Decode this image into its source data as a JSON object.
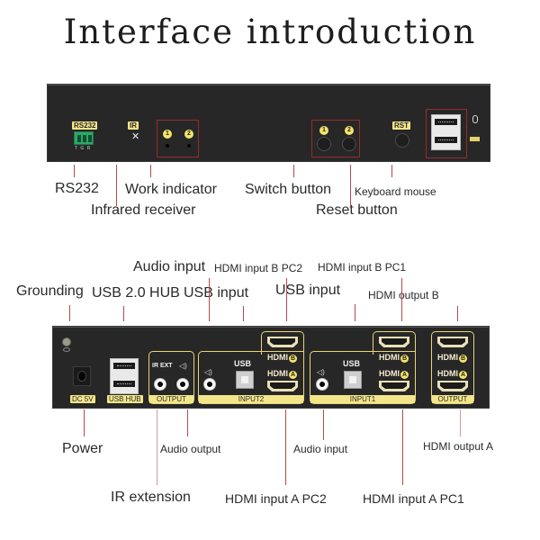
{
  "title": "Interface introduction",
  "front_panel": {
    "port_labels": {
      "rs232": "RS232",
      "ir": "IR",
      "rst": "RST",
      "rs232_pins": "T G R",
      "indicator_1": "1",
      "indicator_2": "2",
      "switch_1": "1",
      "switch_2": "2"
    },
    "callouts": {
      "rs232": "RS232",
      "infrared_receiver": "Infrared receiver",
      "work_indicator": "Work indicator",
      "switch_button": "Switch button",
      "reset_button": "Reset button",
      "keyboard_mouse": "Keyboard mouse"
    }
  },
  "back_panel": {
    "port_labels": {
      "dc": "DC 5V",
      "usb_hub": "USB HUB",
      "ir_ext": "IR EXT",
      "output_group": "OUTPUT",
      "input2_group": "INPUT2",
      "input1_group": "INPUT1",
      "hdmi_output_group": "OUTPUT",
      "usb": "USB",
      "hdmi": "HDMI",
      "b": "B",
      "a": "A"
    },
    "callouts": {
      "grounding": "Grounding",
      "usb_hub": "USB 2.0 HUB",
      "audio_input_top": "Audio input",
      "usb_input_pc2": "USB input",
      "hdmi_input_b_pc2": "HDMI input B PC2",
      "usb_input_pc1": "USB input",
      "hdmi_input_b_pc1": "HDMI input B PC1",
      "hdmi_output_b": "HDMI output B",
      "power": "Power",
      "ir_extension": "IR extension",
      "audio_output": "Audio output",
      "hdmi_input_a_pc2": "HDMI input A PC2",
      "audio_input_bottom": "Audio input",
      "hdmi_input_a_pc1": "HDMI input A PC1",
      "hdmi_output_a": "HDMI output A"
    }
  },
  "colors": {
    "panel": "#272727",
    "label_yellow": "#f3e58a",
    "highlight_red": "#9b2a2a",
    "callout_line": "#b44a4a"
  }
}
